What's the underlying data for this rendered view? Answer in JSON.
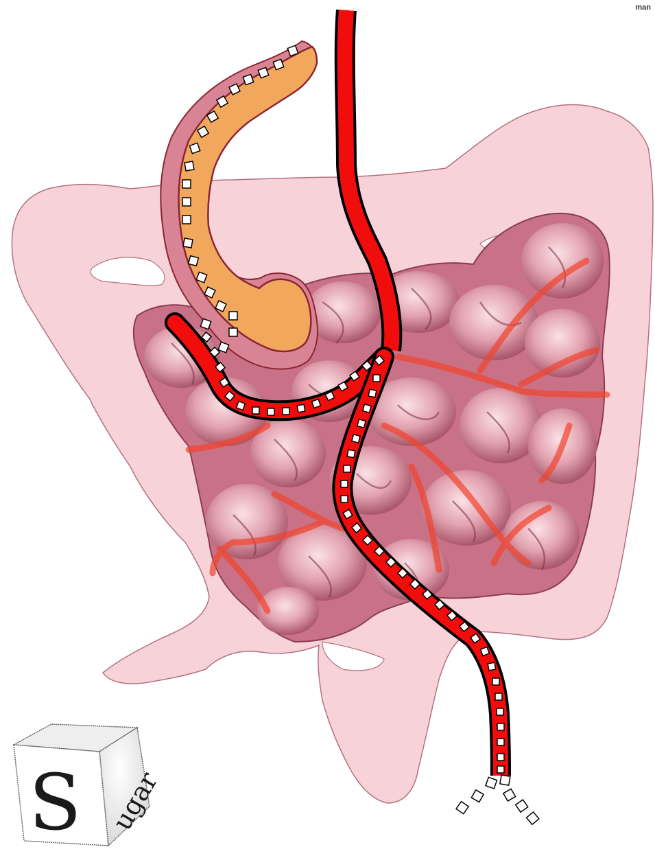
{
  "watermark": {
    "line1": "",
    "line2": "man"
  },
  "sugar_cube": {
    "big_letter": "S",
    "rest_text": "ugar"
  },
  "icons": [
    "sugar-cube-icon",
    "sugar-particle-icon"
  ],
  "colors": {
    "colon": "#f7d3d9",
    "colon_outline": "#b37080",
    "small_intestine": "#d88fa0",
    "intestine_shadow": "#9b4a5c",
    "blood_vessel": "#f20d0d",
    "stomach_outer": "#d98494",
    "stomach_inner": "#f2a85c",
    "sugar_particle": "#ffffff"
  }
}
